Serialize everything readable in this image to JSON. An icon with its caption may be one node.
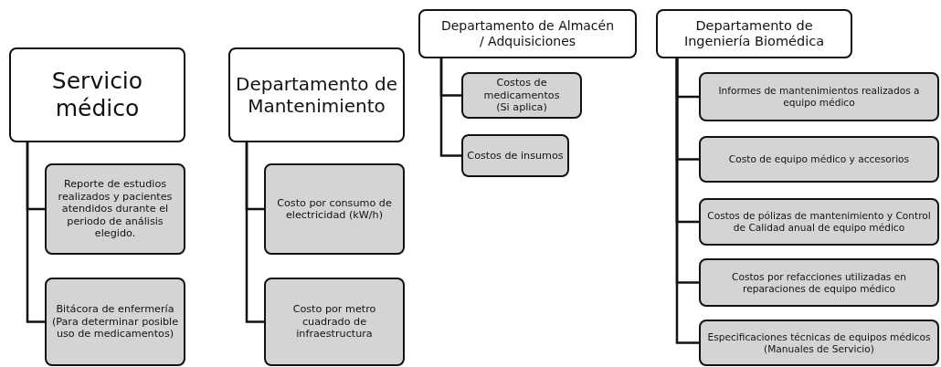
{
  "diagram": {
    "nodes": [
      {
        "text": [
          "Servicio médico"
        ]
      },
      {
        "text": [
          "Reporte de estudios realizados y pacientes atendidos durante el periodo de análisis elegido."
        ]
      },
      {
        "text": [
          "Bitácora de enfermería (Para determinar posible uso de medicamentos)"
        ]
      },
      {
        "text": [
          "Departamento de Mantenimiento"
        ]
      },
      {
        "text": [
          "Costo por consumo  de electricidad (kW/h)"
        ]
      },
      {
        "text": [
          "Costo por metro cuadrado de infraestructura"
        ]
      },
      {
        "text": [
          "Departamento de Almacén / Adquisiciones"
        ]
      },
      {
        "text": [
          "Costos de medicamentos (Si aplica)"
        ]
      },
      {
        "text": [
          "Costos de insumos"
        ]
      },
      {
        "text": [
          "Departamento de Ingeniería Biomédica"
        ]
      },
      {
        "text": [
          "Informes de mantenimientos realizados a equipo médico"
        ]
      },
      {
        "text": [
          "Costo de equipo médico y accesorios"
        ]
      },
      {
        "text": [
          "Costos de pólizas de mantenimiento  y Control de Calidad anual de equipo médico"
        ]
      },
      {
        "text": [
          "Costos por refacciones utilizadas en reparaciones de equipo médico"
        ]
      },
      {
        "text": [
          "Especificaciones técnicas de equipos médicos (Manuales de Servicio)"
        ]
      }
    ],
    "edges": [
      {
        "from": 0,
        "to": 1,
        "arrow": "none"
      },
      {
        "from": 0,
        "to": 2,
        "arrow": "none"
      },
      {
        "from": 3,
        "to": 4,
        "arrow": "none"
      },
      {
        "from": 3,
        "to": 5,
        "arrow": "none"
      },
      {
        "from": 6,
        "to": 7,
        "arrow": "none"
      },
      {
        "from": 6,
        "to": 8,
        "arrow": "none"
      },
      {
        "from": 9,
        "to": 10,
        "arrow": "none"
      },
      {
        "from": 9,
        "to": 11,
        "arrow": "none"
      },
      {
        "from": 9,
        "to": 12,
        "arrow": "none"
      },
      {
        "from": 9,
        "to": 13,
        "arrow": "none"
      },
      {
        "from": 9,
        "to": 14,
        "arrow": "none"
      }
    ]
  }
}
